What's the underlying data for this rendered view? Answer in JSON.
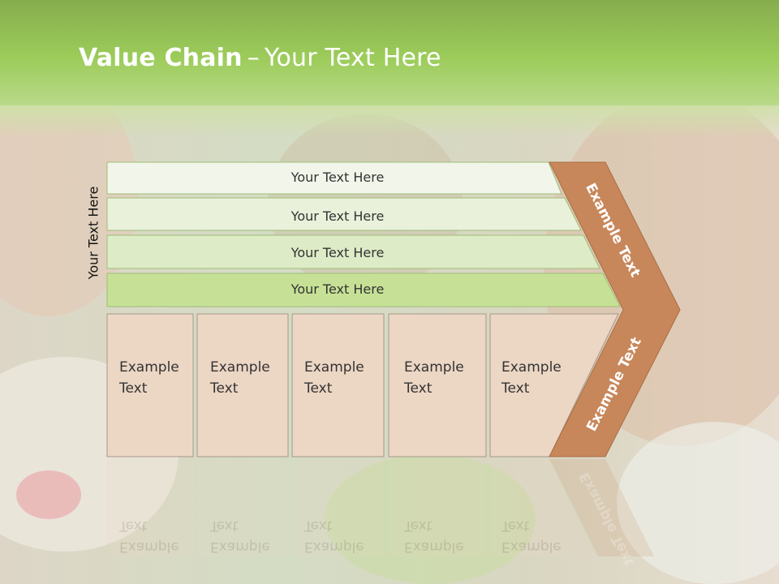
{
  "title": {
    "bold": "Value Chain",
    "separator": "–",
    "rest": "Your Text Here"
  },
  "side_label": "Your Text Here",
  "bands": [
    "Your Text Here",
    "Your Text Here",
    "Your Text Here",
    "Your Text Here"
  ],
  "boxes": [
    {
      "line1": "Example",
      "line2": "Text"
    },
    {
      "line1": "Example",
      "line2": "Text"
    },
    {
      "line1": "Example",
      "line2": "Text"
    },
    {
      "line1": "Example",
      "line2": "Text"
    },
    {
      "line1": "Example",
      "line2": "Text"
    }
  ],
  "arrow": {
    "upper": "Example Text",
    "lower": "Example Text"
  },
  "colors": {
    "header_green": "#8cc448",
    "band_1": "#f2f6ea",
    "band_2": "#e9f1da",
    "band_3": "#ddebc6",
    "band_4": "#c6e196",
    "box_fill": "#ecd6c4",
    "arrow_fill": "#c8875a"
  }
}
